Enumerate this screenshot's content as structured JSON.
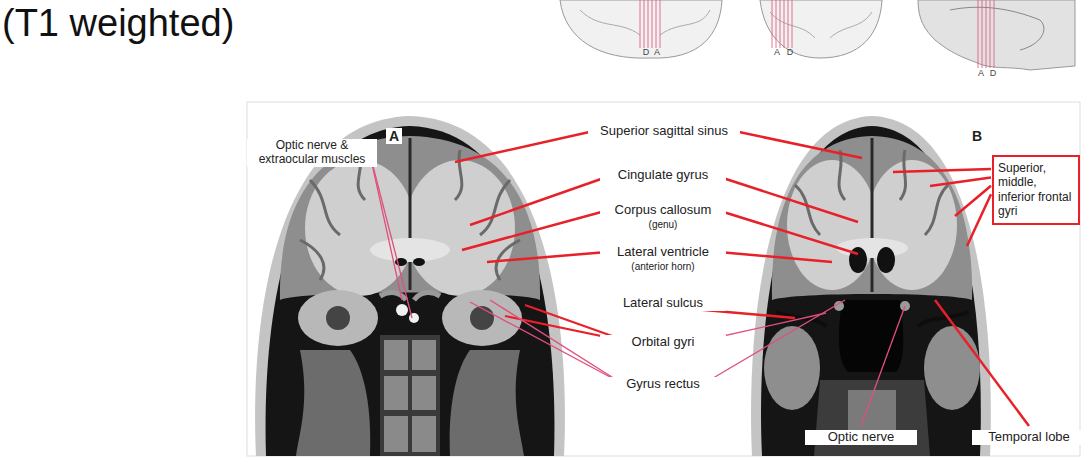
{
  "diagram": {
    "title": "(T1 weighted)",
    "nodes": [
      {
        "text": [
          "Superior, middle, inferior frontal gyri"
        ]
      }
    ],
    "labels": [
      "D",
      "A",
      "A",
      "D",
      "A",
      "D",
      "A",
      "B",
      "Optic nerve & extraocular muscles",
      "Superior sagittal sinus",
      "Cingulate gyrus",
      "Corpus callosum",
      "(genu)",
      "Lateral ventricle",
      "(anterior horn)",
      "Lateral sulcus",
      "Orbital gyri",
      "Gyrus rectus",
      "Optic nerve",
      "Temporal lobe"
    ]
  }
}
